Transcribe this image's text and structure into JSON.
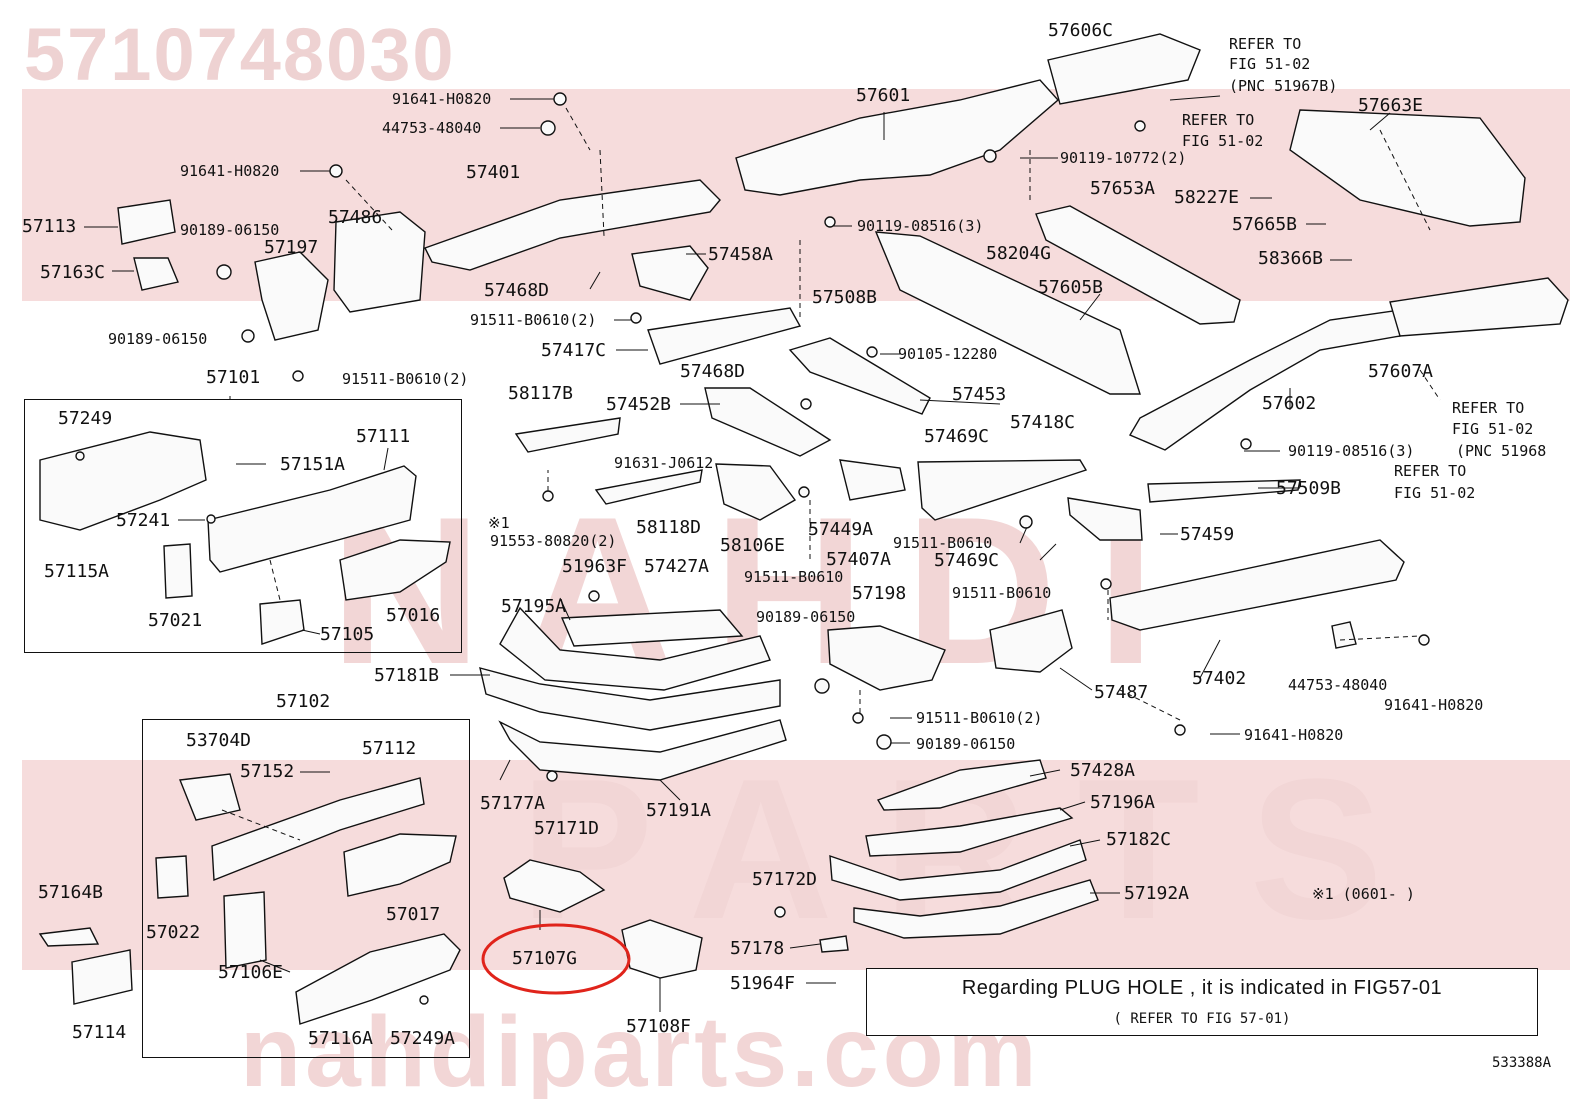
{
  "header": {
    "part_number": "5710748030",
    "diagram_code": "533388A"
  },
  "watermark": {
    "brand": "NAHDI",
    "line2": "PARTS",
    "site": "nahdiparts.com"
  },
  "notes": {
    "plug_hole": "Regarding PLUG HOLE , it is indicated in FIG57-01",
    "plug_hole_ref": "( REFER TO FIG 57-01)",
    "applicability": "※1 (0601-     )",
    "mark1": "※1"
  },
  "callouts": [
    {
      "id": "c001",
      "text": "57606C"
    },
    {
      "id": "c002",
      "text": "REFER TO"
    },
    {
      "id": "c003",
      "text": "FIG 51-02"
    },
    {
      "id": "c004",
      "text": "(PNC 51967B)"
    },
    {
      "id": "c005",
      "text": "REFER TO"
    },
    {
      "id": "c006",
      "text": "FIG 51-02"
    },
    {
      "id": "c007",
      "text": "57663E"
    },
    {
      "id": "c008",
      "text": "91641-H0820"
    },
    {
      "id": "c009",
      "text": "44753-48040"
    },
    {
      "id": "c010",
      "text": "57601"
    },
    {
      "id": "c011",
      "text": "90119-10772(2)"
    },
    {
      "id": "c012",
      "text": "91641-H0820"
    },
    {
      "id": "c013",
      "text": "57401"
    },
    {
      "id": "c014",
      "text": "57653A"
    },
    {
      "id": "c015",
      "text": "58227E"
    },
    {
      "id": "c016",
      "text": "57113"
    },
    {
      "id": "c017",
      "text": "90189-06150"
    },
    {
      "id": "c018",
      "text": "57486"
    },
    {
      "id": "c019",
      "text": "90119-08516(3)"
    },
    {
      "id": "c020",
      "text": "57665B"
    },
    {
      "id": "c021",
      "text": "57197"
    },
    {
      "id": "c022",
      "text": "57458A"
    },
    {
      "id": "c023",
      "text": "58204G"
    },
    {
      "id": "c024",
      "text": "58366B"
    },
    {
      "id": "c025",
      "text": "57163C"
    },
    {
      "id": "c026",
      "text": "57468D"
    },
    {
      "id": "c027",
      "text": "57508B"
    },
    {
      "id": "c028",
      "text": "57605B"
    },
    {
      "id": "c029",
      "text": "91511-B0610(2)"
    },
    {
      "id": "c030",
      "text": "90189-06150"
    },
    {
      "id": "c031",
      "text": "57417C"
    },
    {
      "id": "c032",
      "text": "90105-12280"
    },
    {
      "id": "c033",
      "text": "57607A"
    },
    {
      "id": "c034",
      "text": "91511-B0610(2)"
    },
    {
      "id": "c035",
      "text": "57468D"
    },
    {
      "id": "c036",
      "text": "57101"
    },
    {
      "id": "c037",
      "text": "58117B"
    },
    {
      "id": "c038",
      "text": "57453"
    },
    {
      "id": "c039",
      "text": "57602"
    },
    {
      "id": "c040",
      "text": "57452B"
    },
    {
      "id": "c041",
      "text": "REFER TO"
    },
    {
      "id": "c042",
      "text": "FIG 51-02"
    },
    {
      "id": "c043",
      "text": "(PNC 51968"
    },
    {
      "id": "c044",
      "text": "57249"
    },
    {
      "id": "c045",
      "text": "57111"
    },
    {
      "id": "c046",
      "text": "57469C"
    },
    {
      "id": "c047",
      "text": "57418C"
    },
    {
      "id": "c048",
      "text": "90119-08516(3)"
    },
    {
      "id": "c049",
      "text": "57151A"
    },
    {
      "id": "c050",
      "text": "91631-J0612"
    },
    {
      "id": "c051",
      "text": "REFER TO"
    },
    {
      "id": "c052",
      "text": "FIG 51-02"
    },
    {
      "id": "c053",
      "text": "57509B"
    },
    {
      "id": "c054",
      "text": "57241"
    },
    {
      "id": "c055",
      "text": "58118D"
    },
    {
      "id": "c056",
      "text": "57449A"
    },
    {
      "id": "c057",
      "text": "91511-B0610"
    },
    {
      "id": "c058",
      "text": "57459"
    },
    {
      "id": "c059",
      "text": "91553-80820(2)"
    },
    {
      "id": "c060",
      "text": "58106E"
    },
    {
      "id": "c061",
      "text": "57407A"
    },
    {
      "id": "c062",
      "text": "57469C"
    },
    {
      "id": "c063",
      "text": "57115A"
    },
    {
      "id": "c064",
      "text": "51963F"
    },
    {
      "id": "c065",
      "text": "57427A"
    },
    {
      "id": "c066",
      "text": "91511-B0610"
    },
    {
      "id": "c067",
      "text": "57198"
    },
    {
      "id": "c068",
      "text": "91511-B0610"
    },
    {
      "id": "c069",
      "text": "57195A"
    },
    {
      "id": "c070",
      "text": "57016"
    },
    {
      "id": "c071",
      "text": "57021"
    },
    {
      "id": "c072",
      "text": "57105"
    },
    {
      "id": "c073",
      "text": "90189-06150"
    },
    {
      "id": "c074",
      "text": "57181B"
    },
    {
      "id": "c075",
      "text": "44753-48040"
    },
    {
      "id": "c076",
      "text": "57402"
    },
    {
      "id": "c077",
      "text": "57487"
    },
    {
      "id": "c078",
      "text": "91641-H0820"
    },
    {
      "id": "c079",
      "text": "57102"
    },
    {
      "id": "c080",
      "text": "91511-B0610(2)"
    },
    {
      "id": "c081",
      "text": "91641-H0820"
    },
    {
      "id": "c082",
      "text": "53704D"
    },
    {
      "id": "c083",
      "text": "57112"
    },
    {
      "id": "c084",
      "text": "90189-06150"
    },
    {
      "id": "c085",
      "text": "57152"
    },
    {
      "id": "c086",
      "text": "57428A"
    },
    {
      "id": "c087",
      "text": "57177A"
    },
    {
      "id": "c088",
      "text": "57191A"
    },
    {
      "id": "c089",
      "text": "57196A"
    },
    {
      "id": "c090",
      "text": "57171D"
    },
    {
      "id": "c091",
      "text": "57182C"
    },
    {
      "id": "c092",
      "text": "57164B"
    },
    {
      "id": "c093",
      "text": "57022"
    },
    {
      "id": "c094",
      "text": "57017"
    },
    {
      "id": "c095",
      "text": "57172D"
    },
    {
      "id": "c096",
      "text": "57192A"
    },
    {
      "id": "c097",
      "text": "57106E"
    },
    {
      "id": "c098",
      "text": "57107G"
    },
    {
      "id": "c099",
      "text": "57178"
    },
    {
      "id": "c100",
      "text": "51964F"
    },
    {
      "id": "c101",
      "text": "57114"
    },
    {
      "id": "c102",
      "text": "57116A"
    },
    {
      "id": "c103",
      "text": "57249A"
    },
    {
      "id": "c104",
      "text": "57108F"
    }
  ],
  "colors": {
    "background": "#ffffff",
    "line": "#111111",
    "watermark_band": "#f6dcdc",
    "watermark_text": "#f2d6d6",
    "highlight": "#e0241b"
  }
}
